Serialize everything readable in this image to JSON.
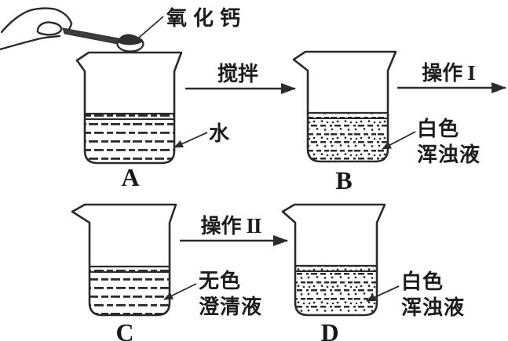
{
  "colors": {
    "background": "#ffffff",
    "ink": "#2b2b2b"
  },
  "reagent_label": "氧化钙",
  "beakers": [
    {
      "letter": "A",
      "content_label_lines": [
        "水",
        ""
      ]
    },
    {
      "letter": "B",
      "content_label_lines": [
        "白色",
        "浑浊液"
      ]
    },
    {
      "letter": "C",
      "content_label_lines": [
        "无色",
        "澄清液"
      ]
    },
    {
      "letter": "D",
      "content_label_lines": [
        "白色",
        "浑浊液"
      ]
    }
  ],
  "arrows": [
    {
      "label": "搅拌",
      "numeral": ""
    },
    {
      "label": "操作",
      "numeral": "I"
    },
    {
      "label": "操作",
      "numeral": "II"
    }
  ]
}
